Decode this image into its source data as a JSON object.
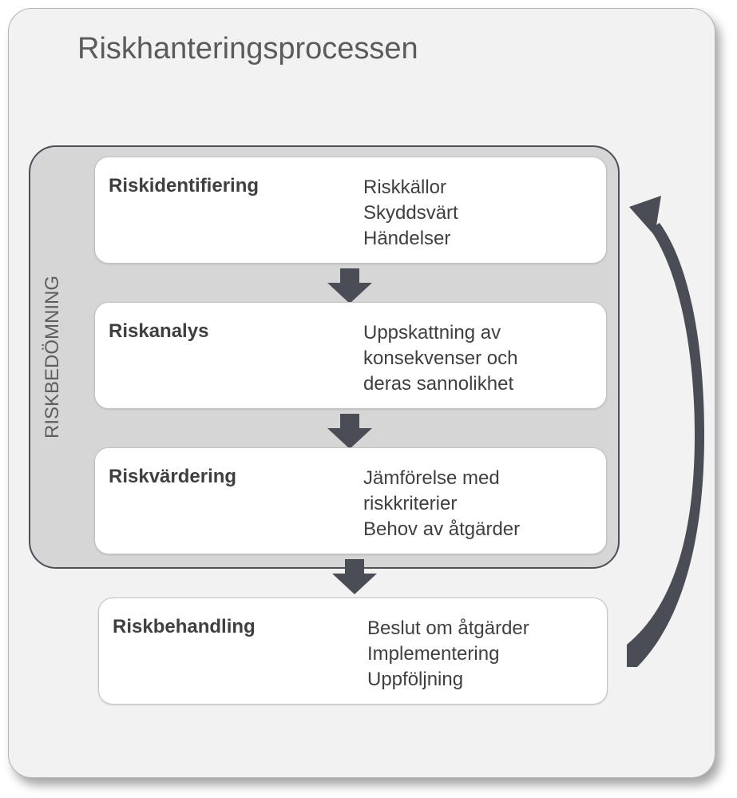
{
  "title": "Riskhanteringsprocessen",
  "group_label": "RISKBEDÖMNING",
  "steps": [
    {
      "title": "Riskidentifiering",
      "lines": [
        "Riskkällor",
        "Skyddsvärt",
        "Händelser"
      ]
    },
    {
      "title": "Riskanalys",
      "lines": [
        "Uppskattning av",
        "konsekvenser och",
        "deras sannolikhet"
      ]
    },
    {
      "title": "Riskvärdering",
      "lines": [
        "Jämförelse med",
        "riskkriterier",
        "Behov av åtgärder"
      ]
    },
    {
      "title": "Riskbehandling",
      "lines": [
        "Beslut om åtgärder",
        "Implementering",
        "Uppföljning"
      ]
    }
  ],
  "colors": {
    "panel_bg": "#f2f2f2",
    "group_bg": "#d6d6d6",
    "group_border": "#4d5058",
    "box_bg": "#ffffff",
    "arrow": "#4a4d55",
    "text": "#3f3f3f",
    "title_text": "#5b5b5b"
  },
  "icons": [
    "arrow-down-icon",
    "cycle-arrow-icon"
  ]
}
